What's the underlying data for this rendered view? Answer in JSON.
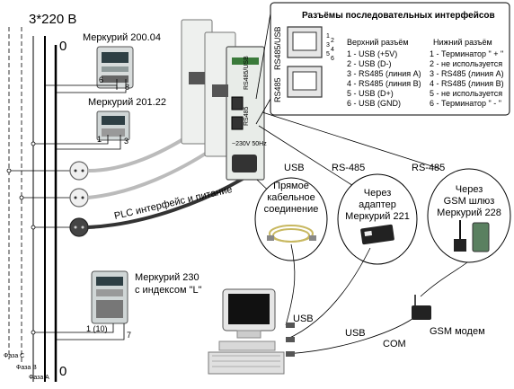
{
  "bus": {
    "title": "3*220 В",
    "zero_top": "0",
    "zero_bottom": "0",
    "phase_labels": [
      "Фаза С",
      "Фаза В",
      "Фаза А"
    ]
  },
  "meters": [
    {
      "name": "Меркурий 200.04",
      "terminals": [
        "6",
        "8"
      ]
    },
    {
      "name": "Меркурий 201.22",
      "terminals": [
        "1",
        "3"
      ]
    },
    {
      "name": "Меркурий 230",
      "subtitle": "с индексом \"L\"",
      "terminals": [
        "1 (10)",
        "7"
      ]
    }
  ],
  "connectors": {
    "title": "Разъёмы последовательных интерфейсов",
    "upper_port_label": "RS485/USB",
    "lower_port_label": "RS485",
    "pin_numbers": [
      "1",
      "2",
      "3",
      "4",
      "5",
      "6"
    ],
    "upper": {
      "title": "Верхний разъём",
      "pins": [
        "1 - USB (+5V)",
        "2 - USB (D-)",
        "3 - RS485 (линия А)",
        "4 - RS485 (линия В)",
        "5 - USB (D+)",
        "6 - USB (GND)"
      ]
    },
    "lower": {
      "title": "Нижний разъём",
      "pins": [
        "1 - Терминатор \" + \"",
        "2 - не используется",
        "3 - RS485 (линия А)",
        "4 - RS485 (линия В)",
        "5 - не используется",
        "6 - Терминатор \" - \""
      ]
    }
  },
  "device_labels": {
    "port_upper": "RS485/USB",
    "port_lower": "RS485",
    "power": "~230V 50Hz"
  },
  "plc_label": "PLC интерфейс и питание",
  "link_labels": {
    "usb": "USB",
    "rs485_a": "RS-485",
    "rs485_b": "RS-485"
  },
  "options": [
    {
      "lines": [
        "Прямое",
        "кабельное",
        "соединение"
      ]
    },
    {
      "lines": [
        "Через",
        "адаптер",
        "Меркурий 221"
      ]
    },
    {
      "lines": [
        "Через",
        "GSM шлюз",
        "Меркурий 228"
      ]
    }
  ],
  "pc_ports": {
    "usb1": "USB",
    "usb2": "USB",
    "com": "COM"
  },
  "gsm_modem": "GSM модем",
  "colors": {
    "bus": "#000000",
    "box_border": "#000000",
    "device": "#e8ece8",
    "connector": "#333333"
  }
}
